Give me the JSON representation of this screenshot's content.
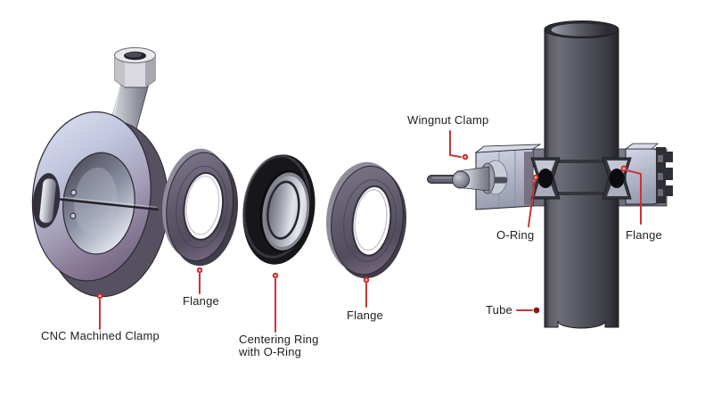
{
  "diagram": {
    "background": "#ffffff",
    "colors": {
      "leader_red": "#c93434",
      "label_text": "#1d1d1f",
      "clamp_face_light": "#ccd2e8",
      "clamp_body_dark": "#5c5666",
      "flange_body": "#5e5869",
      "oring_black": "#17171b",
      "metal_light": "#dde1ec",
      "tube_gray": "#4c4c54"
    },
    "exploded_view": {
      "labels": {
        "cnc_clamp": "CNC Machined Clamp",
        "flange_left": "Flange",
        "centering_ring_line1": "Centering Ring",
        "centering_ring_line2": "with O-Ring",
        "flange_mid": "Flange"
      }
    },
    "assembled_view": {
      "labels": {
        "wingnut_clamp": "Wingnut Clamp",
        "o_ring": "O-Ring",
        "flange_right": "Flange",
        "tube": "Tube"
      }
    }
  }
}
